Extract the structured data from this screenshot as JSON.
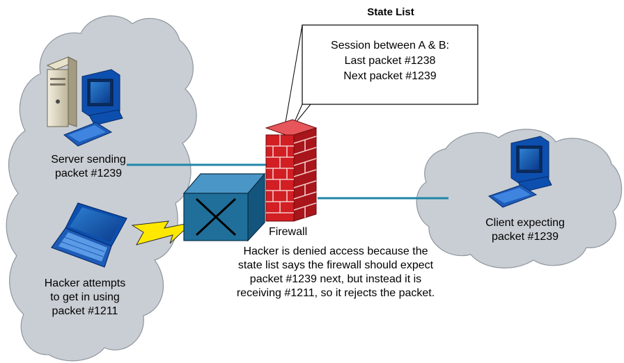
{
  "state_list": {
    "title": "State List",
    "session": "Session between A & B:",
    "last": "Last packet #1238",
    "next": "Next packet #1239"
  },
  "server_label": "Server sending\npacket #1239",
  "hacker_label": "Hacker attempts\nto get in using\npacket #1211",
  "firewall_label": "Firewall",
  "client_label": "Client expecting\npacket #1239",
  "caption": "Hacker is denied access because the\nstate list says the firewall should expect\npacket #1239 next, but instead it is\nreceiving #1211, so it rejects the packet.",
  "colors": {
    "cloud": "#c9ced4",
    "link": "#1f86a8",
    "brick": "#d11f24",
    "switch": "#1f6f9a",
    "lightning": "#ffe800"
  }
}
